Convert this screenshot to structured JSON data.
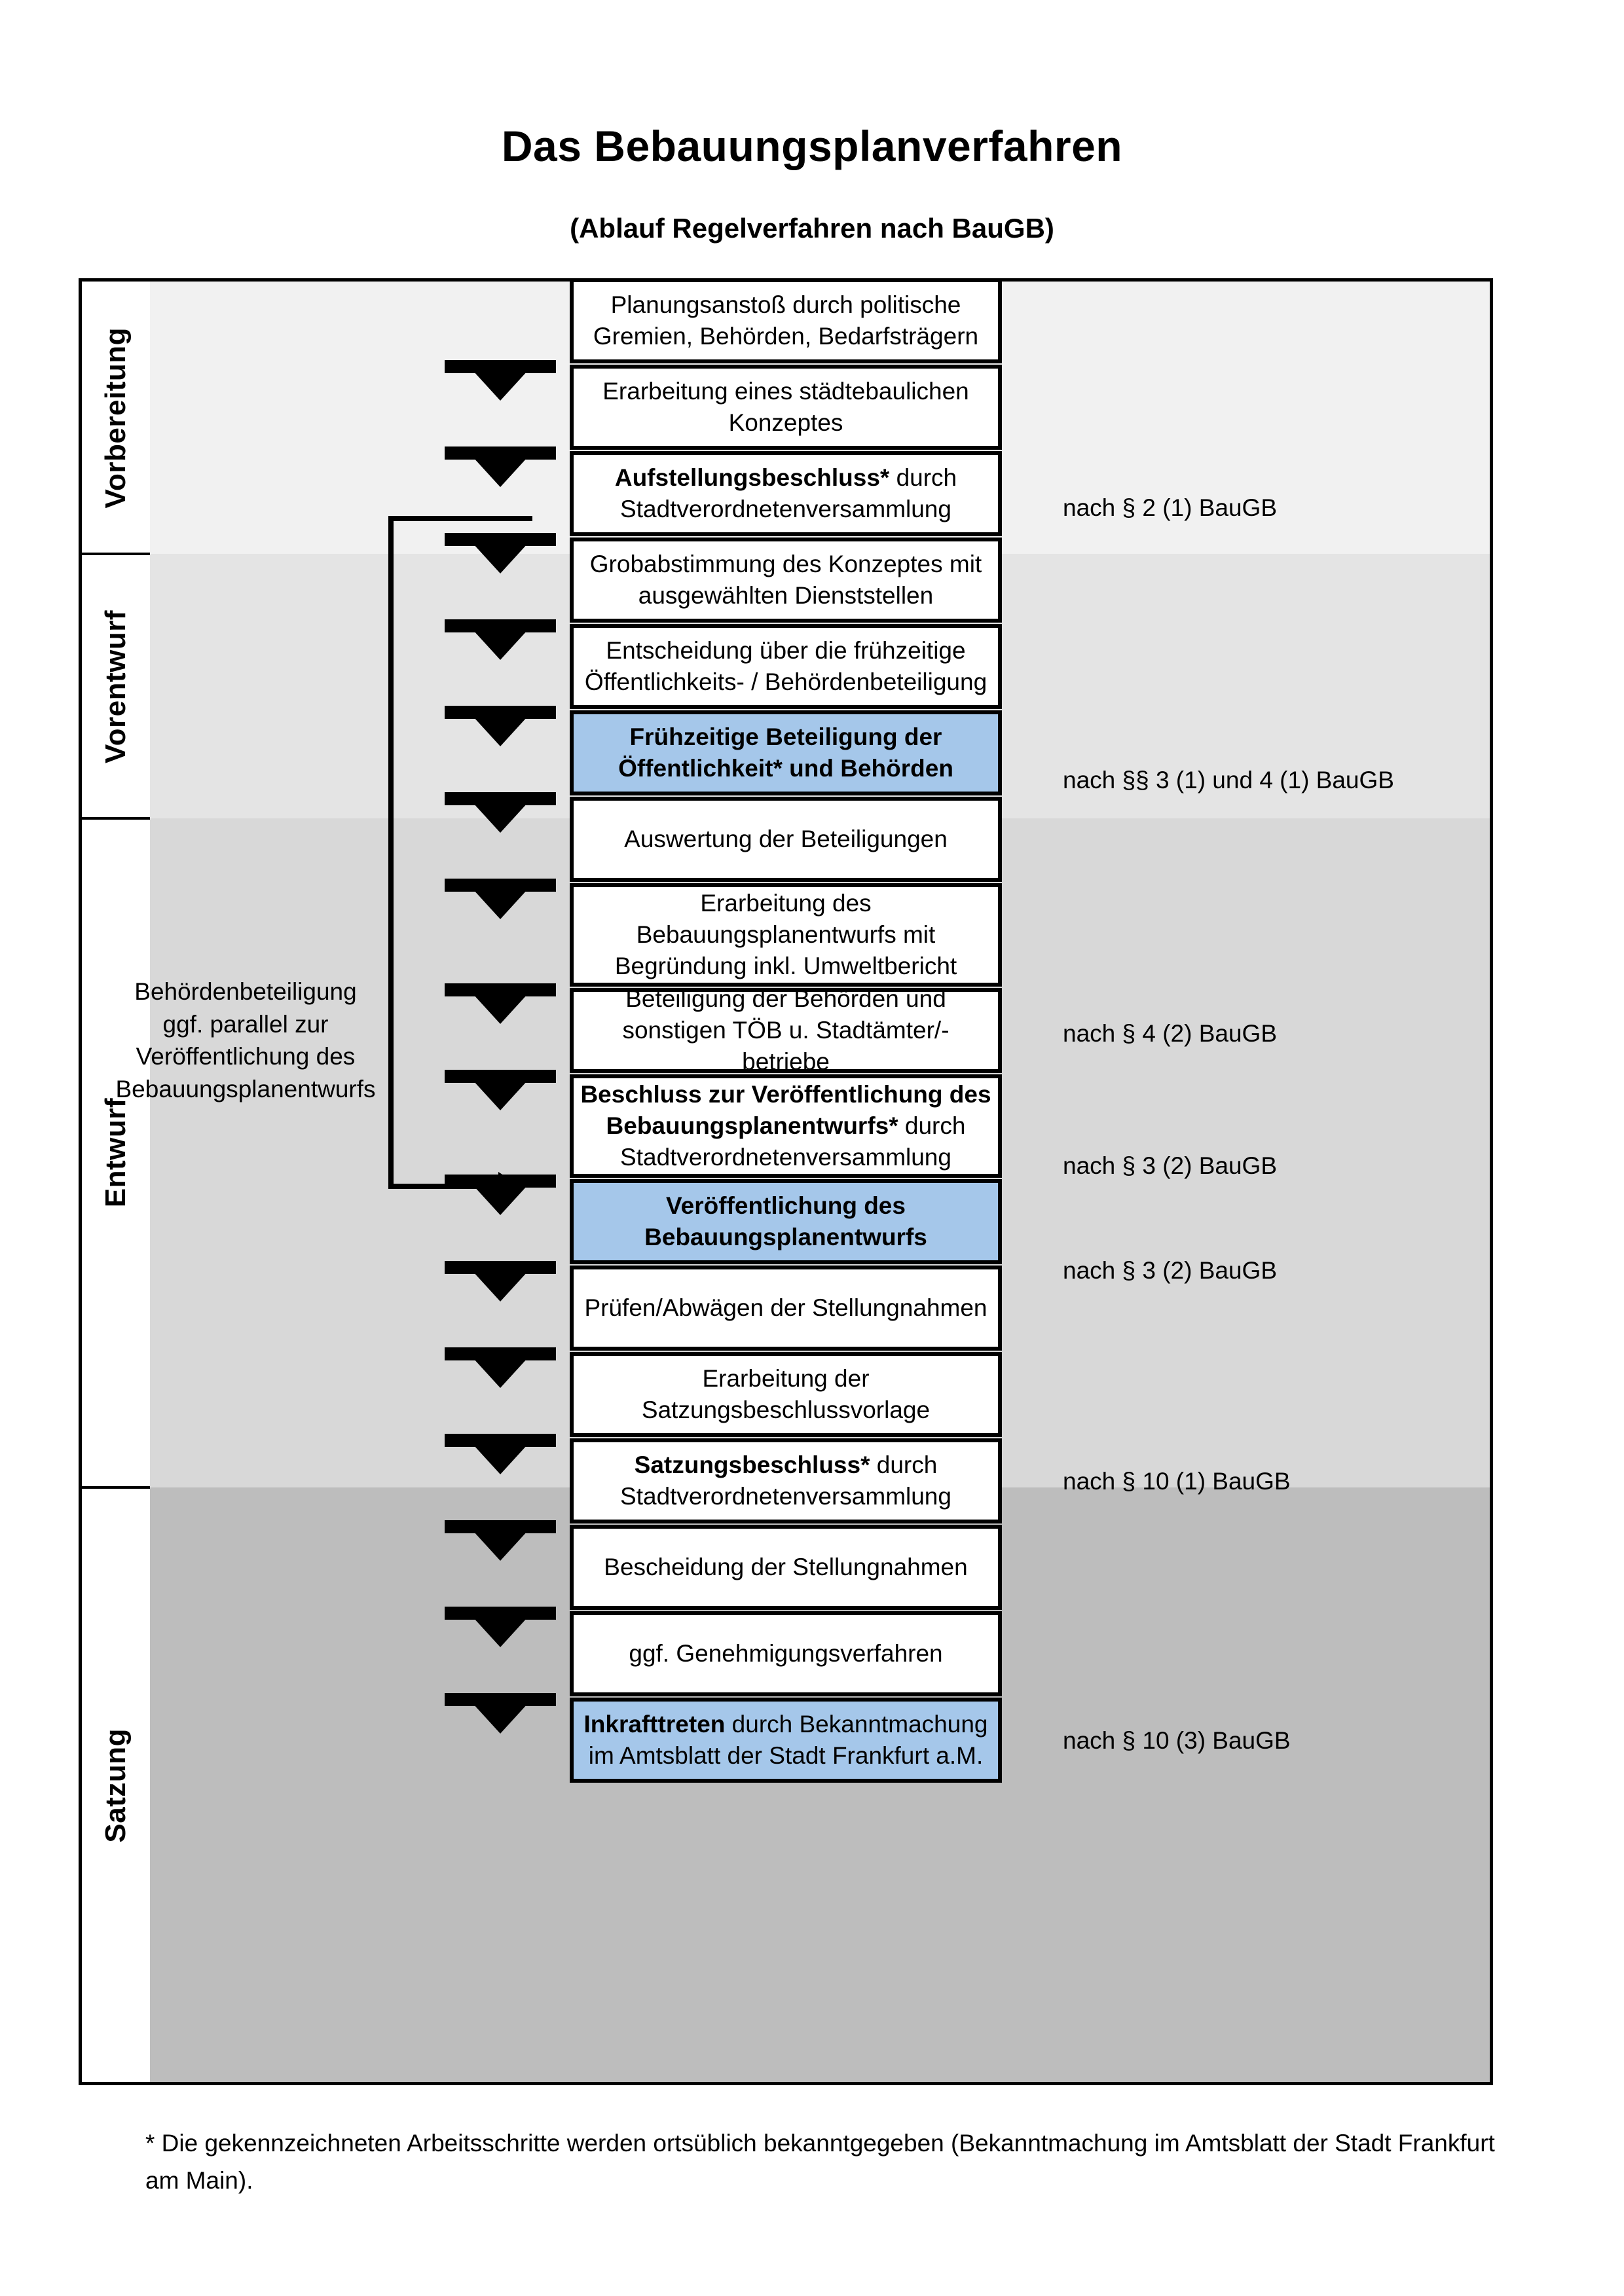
{
  "title": "Das Bebauungsplanverfahren",
  "subtitle": "(Ablauf Regelverfahren nach BauGB)",
  "phases": [
    {
      "label": "Vorbereitung"
    },
    {
      "label": "Vorentwurf"
    },
    {
      "label": "Entwurf"
    },
    {
      "label": "Satzung"
    }
  ],
  "steps": [
    {
      "id": "planungsanstoss",
      "line1": "Planungsanstoß durch politische",
      "line2": "Gremien, Behörden, Bedarfsträgern",
      "bold_prefix": "",
      "highlight": false
    },
    {
      "id": "staedtebauliches-konzept",
      "line1": "Erarbeitung eines städtebaulichen",
      "line2": "Konzeptes",
      "bold_prefix": "",
      "highlight": false
    },
    {
      "id": "aufstellungsbeschluss",
      "bold_prefix": "Aufstellungsbeschluss*",
      "line1": " durch",
      "line2": "Stadtverordnetenversammlung",
      "highlight": false
    },
    {
      "id": "grobabstimmung",
      "line1": "Grobabstimmung des Konzeptes mit",
      "line2": "ausgewählten Dienststellen",
      "bold_prefix": "",
      "highlight": false
    },
    {
      "id": "entscheidung-fruehzeitige-beteiligung",
      "line1": "Entscheidung über die frühzeitige",
      "line2": "Öffentlichkeits- / Behördenbeteiligung",
      "bold_prefix": "",
      "highlight": false
    },
    {
      "id": "fruehzeitige-beteiligung",
      "bold_line1": "Frühzeitige Beteiligung der",
      "bold_line2": "Öffentlichkeit* und Behörden",
      "highlight": true
    },
    {
      "id": "auswertung-beteiligungen",
      "line1": "Auswertung der Beteiligungen",
      "line2": "",
      "bold_prefix": "",
      "highlight": false
    },
    {
      "id": "erarbeitung-bebauungsplanentwurf",
      "line1": "Erarbeitung des",
      "line2": "Bebauungsplanentwurfs mit",
      "line3": "Begründung inkl. Umweltbericht",
      "bold_prefix": "",
      "highlight": false
    },
    {
      "id": "beteiligung-behoerden-toeb",
      "line1": "Beteiligung der Behörden und",
      "line2": "sonstigen TÖB u. Stadtämter/-betriebe",
      "bold_prefix": "",
      "highlight": false
    },
    {
      "id": "beschluss-veroeffentlichung",
      "bold_line1": "Beschluss zur Veröffentlichung des",
      "bold_prefix": "Bebauungsplanentwurfs*",
      "line2": " durch",
      "line3": "Stadtverordnetenversammlung",
      "highlight": false
    },
    {
      "id": "veroeffentlichung-entwurf",
      "bold_line1": "Veröffentlichung des",
      "bold_line2": "Bebauungsplanentwurfs",
      "highlight": true
    },
    {
      "id": "pruefen-abwaegen",
      "line1": "Prüfen/Abwägen der Stellungnahmen",
      "line2": "",
      "bold_prefix": "",
      "highlight": false
    },
    {
      "id": "erarbeitung-satzungsbeschlussvorlage",
      "line1": "Erarbeitung der",
      "line2": "Satzungsbeschlussvorlage",
      "bold_prefix": "",
      "highlight": false
    },
    {
      "id": "satzungsbeschluss",
      "bold_prefix": "Satzungsbeschluss*",
      "line1": " durch",
      "line2": "Stadtverordnetenversammlung",
      "highlight": false
    },
    {
      "id": "bescheidung-stellungnahmen",
      "line1": "Bescheidung der Stellungnahmen",
      "line2": "",
      "bold_prefix": "",
      "highlight": false
    },
    {
      "id": "genehmigungsverfahren",
      "line1": "ggf. Genehmigungsverfahren",
      "line2": "",
      "bold_prefix": "",
      "highlight": false
    },
    {
      "id": "inkrafttreten",
      "bold_prefix": "Inkrafttreten",
      "line1": " durch Bekanntmachung",
      "line2": "im Amtsblatt der Stadt Frankfurt a.M.",
      "highlight": true
    }
  ],
  "law_refs": [
    {
      "id": "ref-2-1",
      "text": "nach § 2 (1) BauGB"
    },
    {
      "id": "ref-3-1-4-1",
      "text": "nach §§ 3 (1) und 4 (1) BauGB"
    },
    {
      "id": "ref-4-2",
      "text": "nach § 4 (2) BauGB"
    },
    {
      "id": "ref-3-2-a",
      "text": "nach § 3 (2) BauGB"
    },
    {
      "id": "ref-3-2-b",
      "text": "nach § 3 (2) BauGB"
    },
    {
      "id": "ref-10-1",
      "text": "nach § 10 (1) BauGB"
    },
    {
      "id": "ref-10-3",
      "text": "nach § 10 (3) BauGB"
    }
  ],
  "side_note": {
    "line1": "Behördenbeteiligung",
    "line2": "ggf. parallel zur",
    "line3": "Veröffentlichung des",
    "line4": "Bebauungsplanentwurfs"
  },
  "footnote": "* Die gekennzeichneten Arbeitsschritte werden ortsüblich bekanntgegeben (Bekanntmachung im Amtsblatt  der Stadt Frankfurt am Main).",
  "colors": {
    "highlight_blue": "#a5c7ea",
    "band_vorbereitung": "#f1f1f1",
    "band_vorentwurf": "#e4e4e4",
    "band_entwurf": "#d8d8d8",
    "band_satzung": "#bdbdbd",
    "stroke": "#000000"
  }
}
